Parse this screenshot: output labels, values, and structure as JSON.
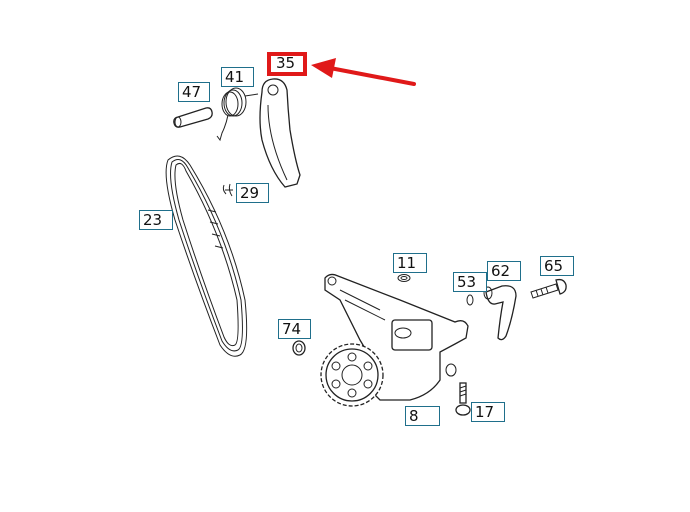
{
  "diagram": {
    "type": "exploded parts diagram",
    "subject": "oil pump assembly with chain and tensioner",
    "highlighted_part": "35",
    "highlight_color": "#e01919",
    "label_border_color": "#1f6f8b",
    "callouts": [
      {
        "id": "35",
        "label": "35",
        "part": "tensioner arm",
        "highlighted": true
      },
      {
        "id": "41",
        "label": "41",
        "part": "torsion spring"
      },
      {
        "id": "47",
        "label": "47",
        "part": "pin"
      },
      {
        "id": "29",
        "label": "29",
        "part": "chain link / connector"
      },
      {
        "id": "23",
        "label": "23",
        "part": "drive chain"
      },
      {
        "id": "11",
        "label": "11",
        "part": "seal ring"
      },
      {
        "id": "53",
        "label": "53",
        "part": "washer"
      },
      {
        "id": "62",
        "label": "62",
        "part": "oil pickup tube"
      },
      {
        "id": "65",
        "label": "65",
        "part": "bolt"
      },
      {
        "id": "74",
        "label": "74",
        "part": "sleeve"
      },
      {
        "id": "8",
        "label": "8",
        "part": "oil pump"
      },
      {
        "id": "17",
        "label": "17",
        "part": "screw"
      }
    ],
    "arrow": {
      "points_to": "35",
      "color": "#e01919"
    }
  }
}
